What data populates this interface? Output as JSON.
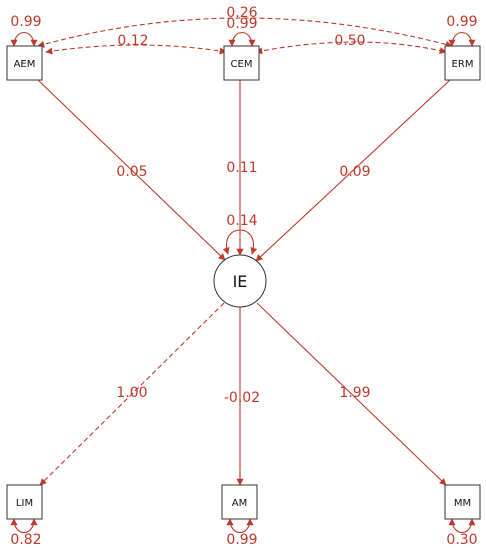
{
  "colors": {
    "edge": "#c0392b",
    "node_stroke": "#333333",
    "text": "#111111"
  },
  "nodes": {
    "AEM": "AEM",
    "CEM": "CEM",
    "ERM": "ERM",
    "IE": "IE",
    "LIM": "LIM",
    "AM": "AM",
    "MM": "MM"
  },
  "variances": {
    "AEM": "0.99",
    "CEM": "0.99",
    "ERM": "0.99",
    "IE": "0.14",
    "LIM": "0.82",
    "AM": "0.99",
    "MM": "0.30"
  },
  "covariances": {
    "AEM_CEM": "0.12",
    "CEM_ERM": "0.50",
    "AEM_ERM": "0.26"
  },
  "paths": {
    "AEM_IE": "0.05",
    "CEM_IE": "0.11",
    "ERM_IE": "0.09",
    "IE_LIM": "1.00",
    "IE_AM": "-0.02",
    "IE_MM": "1.99"
  }
}
